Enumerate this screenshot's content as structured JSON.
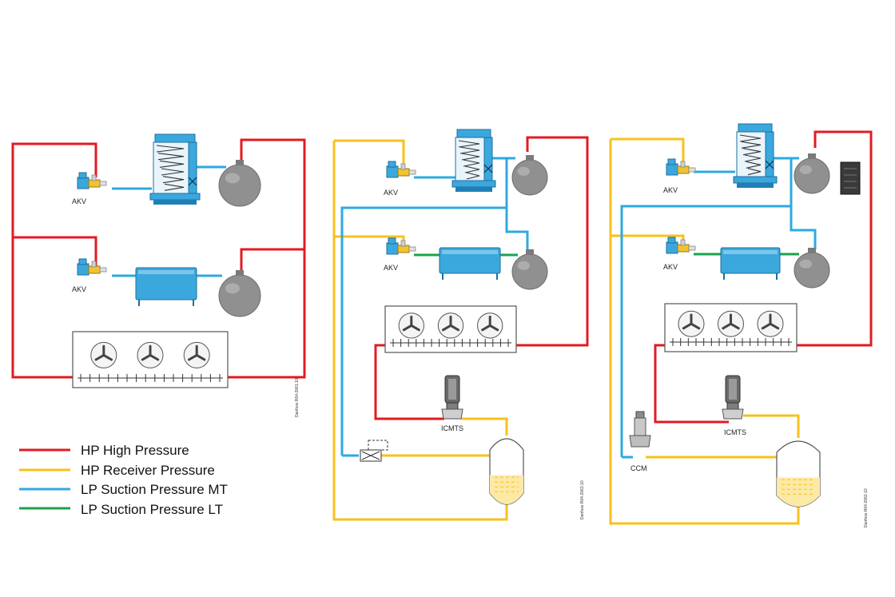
{
  "colors": {
    "hp_high": "#e11b22",
    "hp_receiver": "#f7c21b",
    "lp_mt": "#2ea9e0",
    "lp_lt": "#1aa34a",
    "equipment_fill": "#3aa8dd",
    "equipment_dark": "#1e6fa0",
    "compressor_fill": "#8e8e8e"
  },
  "legend": [
    {
      "key": "hp_high",
      "label": "HP High Pressure"
    },
    {
      "key": "hp_receiver",
      "label": "HP Receiver Pressure"
    },
    {
      "key": "lp_mt",
      "label": "LP Suction Pressure MT"
    },
    {
      "key": "lp_lt",
      "label": "LP Suction Pressure LT"
    }
  ],
  "labels": {
    "akv": "AKV",
    "icmts": "ICMTS",
    "ccm": "CCM",
    "code_1": "Danfoss R64-2061.10",
    "code_2": "Danfoss R64-2063.10",
    "code_3": "Danfoss R64-2062.10"
  }
}
